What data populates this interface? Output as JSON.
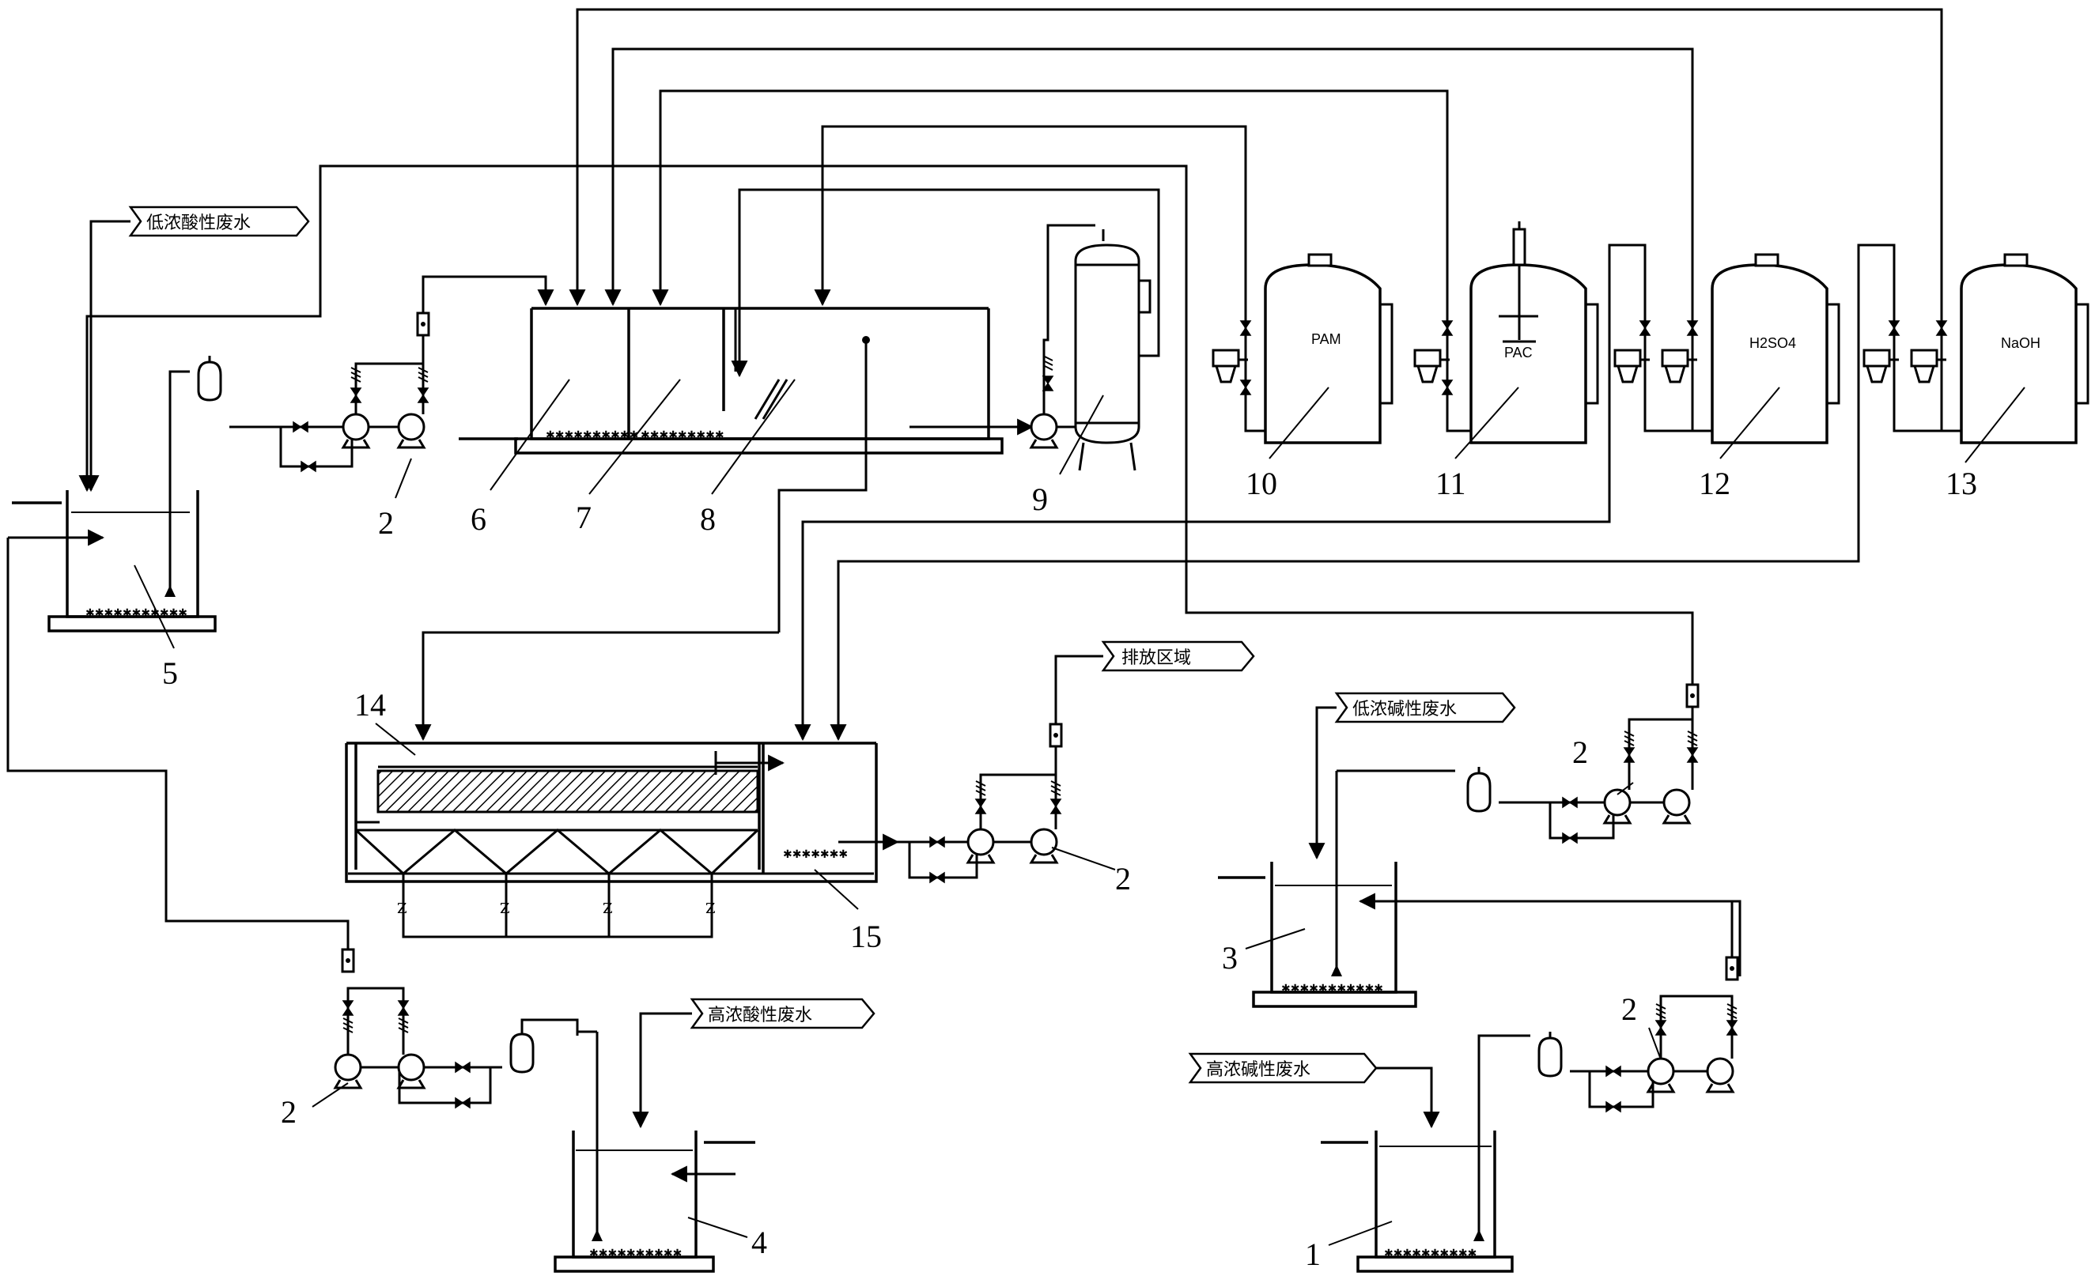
{
  "flags": {
    "low_acid": "低浓酸性废水",
    "high_acid": "高浓酸性废水",
    "low_alkali": "低浓碱性废水",
    "high_alkali": "高浓碱性废水",
    "discharge": "排放区域"
  },
  "tank_labels": {
    "pam": "PAM",
    "pac": "PAC",
    "h2so4": "H2SO4",
    "naoh": "NaOH"
  },
  "callouts": {
    "n1": "1",
    "n2": "2",
    "n3": "3",
    "n4": "4",
    "n5": "5",
    "n6": "6",
    "n7": "7",
    "n8": "8",
    "n9": "9",
    "n10": "10",
    "n11": "11",
    "n12": "12",
    "n13": "13",
    "n14": "14",
    "n15": "15"
  }
}
